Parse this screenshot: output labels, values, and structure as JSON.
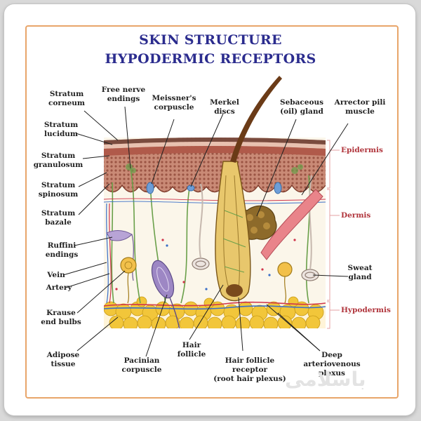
{
  "title_line1": "SKIN STRUCTURE",
  "title_line2": "HYPODERMIC RECEPTORS",
  "labels": {
    "stratum_corneum": "Stratum\ncorneum",
    "free_nerve": "Free nerve\nendings",
    "meissner": "Meissner's\ncorpuscle",
    "merkel": "Merkel\ndiscs",
    "sebaceous": "Sebaceous\n(oil) gland",
    "arrector": "Arrector pili\nmuscle",
    "stratum_lucidum": "Stratum\nlucidum",
    "stratum_granulosum": "Stratum\ngranulosum",
    "stratum_spinosum": "Stratum\nspinosum",
    "stratum_bazale": "Stratum\nbazale",
    "ruffini": "Ruffini\nendings",
    "vein": "Vein",
    "artery": "Artery",
    "krause": "Krause\nend bulbs",
    "adipose": "Adipose\ntissue",
    "pacinian": "Pacinian\ncorpuscle",
    "hair_follicle": "Hair\nfollicle",
    "hair_receptor": "Hair follicle\nreceptor\n(root hair plexus)",
    "deep_plexus": "Deep\narteriovenous\nplexus",
    "sweat": "Sweat\ngland"
  },
  "layers": {
    "epidermis": "Epidermis",
    "dermis": "Dermis",
    "hypodermis": "Hypodermis"
  },
  "watermark": "باسلامی",
  "colors": {
    "title": "#2b2c8e",
    "layer_label": "#b0343b",
    "frame_border": "#e8a56a",
    "epidermis": "#b86f5c",
    "dermis": "#fbf6ea",
    "fat": "#f2c63a",
    "hair": "#6b3b17"
  }
}
